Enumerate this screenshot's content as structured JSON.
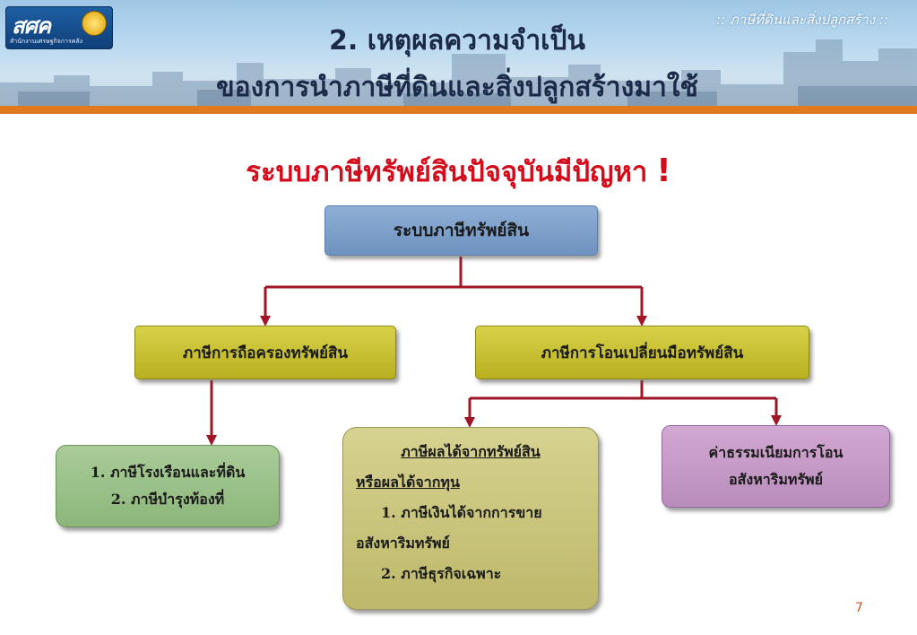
{
  "header": {
    "logo_text": "สศค",
    "logo_subtitle": "สำนักงานเศรษฐกิจการคลัง",
    "tagline": ":: ภาษีที่ดินและสิ่งปลูกสร้าง ::",
    "title_line1": "2. เหตุผลความจำเป็น",
    "title_line2": "ของการนำภาษีที่ดินและสิ่งปลูกสร้างมาใช้"
  },
  "subtitle": {
    "text": "ระบบภาษีทรัพย์สินปัจจุบันมีปัญหา",
    "mark": "!"
  },
  "diagram": {
    "root": "ระบบภาษีทรัพย์สิน",
    "holding": "ภาษีการถือครองทรัพย์สิน",
    "transfer": "ภาษีการโอนเปลี่ยนมือทรัพย์สิน",
    "holding_items": [
      "1. ภาษีโรงเรือนและที่ดิน",
      "2. ภาษีบำรุงท้องที่"
    ],
    "income": {
      "heading_line1": "ภาษีผลได้จากทรัพย์สิน",
      "heading_line2": "หรือผลได้จากทุน",
      "item1_line1": "1. ภาษีเงินได้จากการขาย",
      "item1_line2": "อสังหาริมทรัพย์",
      "item2": "2. ภาษีธุรกิจเฉพาะ"
    },
    "fee_lines": [
      "ค่าธรรมเนียมการโอน",
      "อสังหาริมทรัพย์"
    ]
  },
  "page_number": "7",
  "colors": {
    "title": "#1b2a48",
    "subtitle": "#d40b1a",
    "connector": "#a01626",
    "accent_bar": "#e07a1f",
    "root_box": "#7b9cc8",
    "olive_box": "#c8c030",
    "green_box": "#9bc188",
    "income_box": "#c9c57c",
    "fee_box": "#c69ac8"
  }
}
